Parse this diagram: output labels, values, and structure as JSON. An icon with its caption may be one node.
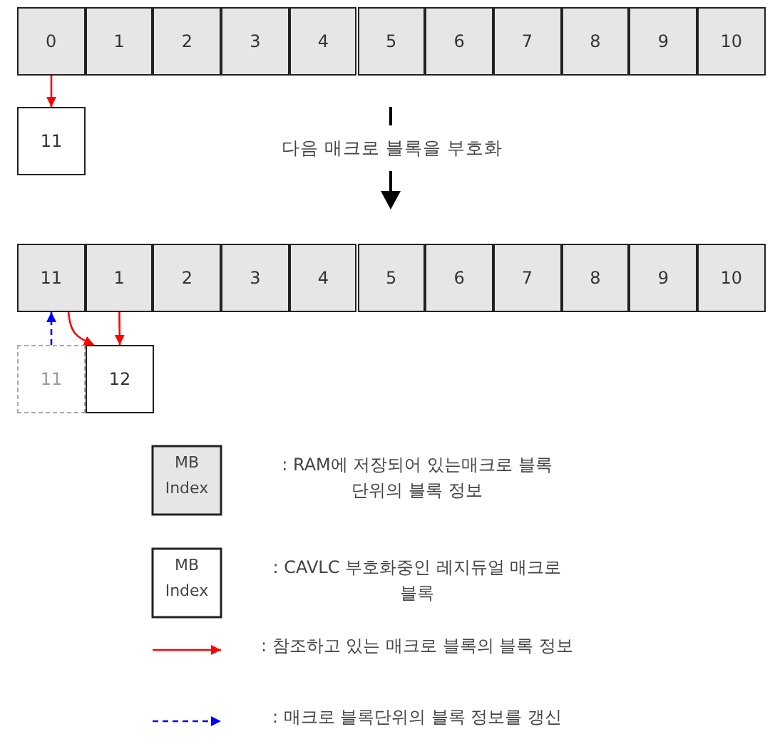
{
  "diagram": {
    "nodes": [
      {
        "text": [
          "0"
        ]
      },
      {
        "text": [
          "1"
        ]
      },
      {
        "text": [
          "2"
        ]
      },
      {
        "text": [
          "3"
        ]
      },
      {
        "text": [
          "4"
        ]
      },
      {
        "text": [
          "5"
        ]
      },
      {
        "text": [
          "6"
        ]
      },
      {
        "text": [
          "7"
        ]
      },
      {
        "text": [
          "8"
        ]
      },
      {
        "text": [
          "9"
        ]
      },
      {
        "text": [
          "10"
        ]
      },
      {
        "text": [
          "11"
        ]
      },
      {
        "text": [
          "11"
        ]
      },
      {
        "text": [
          "1"
        ]
      },
      {
        "text": [
          "2"
        ]
      },
      {
        "text": [
          "3"
        ]
      },
      {
        "text": [
          "4"
        ]
      },
      {
        "text": [
          "5"
        ]
      },
      {
        "text": [
          "6"
        ]
      },
      {
        "text": [
          "7"
        ]
      },
      {
        "text": [
          "8"
        ]
      },
      {
        "text": [
          "9"
        ]
      },
      {
        "text": [
          "10"
        ]
      },
      {
        "text": [
          "11"
        ]
      },
      {
        "text": [
          "12"
        ]
      }
    ],
    "edges": [
      {
        "from": 0,
        "to": 11,
        "arrow": "to",
        "color": "#ff0000"
      },
      {
        "from": 23,
        "to": 12,
        "arrow": "to",
        "style": "dashed",
        "color": "#0000ff"
      },
      {
        "from": 12,
        "to": 24,
        "arrow": "to",
        "color": "#ff0000"
      },
      {
        "from": 13,
        "to": 24,
        "arrow": "to",
        "color": "#ff0000"
      }
    ],
    "labels": [
      "다음 매크로 블록을 부호화",
      "MB Index",
      "MB Index"
    ],
    "legend": [
      {
        "text": ": RAM에 저장되어 있는매크로 블록 단위의 블록 정보"
      },
      {
        "text": ": CAVLC 부호화중인 레지듀얼 매크로 블록"
      },
      {
        "text": ": 참조하고 있는 매크로 블록의 블록 정보"
      },
      {
        "text": ": 매크로 블록단위의 블록 정보를 갱신"
      }
    ]
  }
}
